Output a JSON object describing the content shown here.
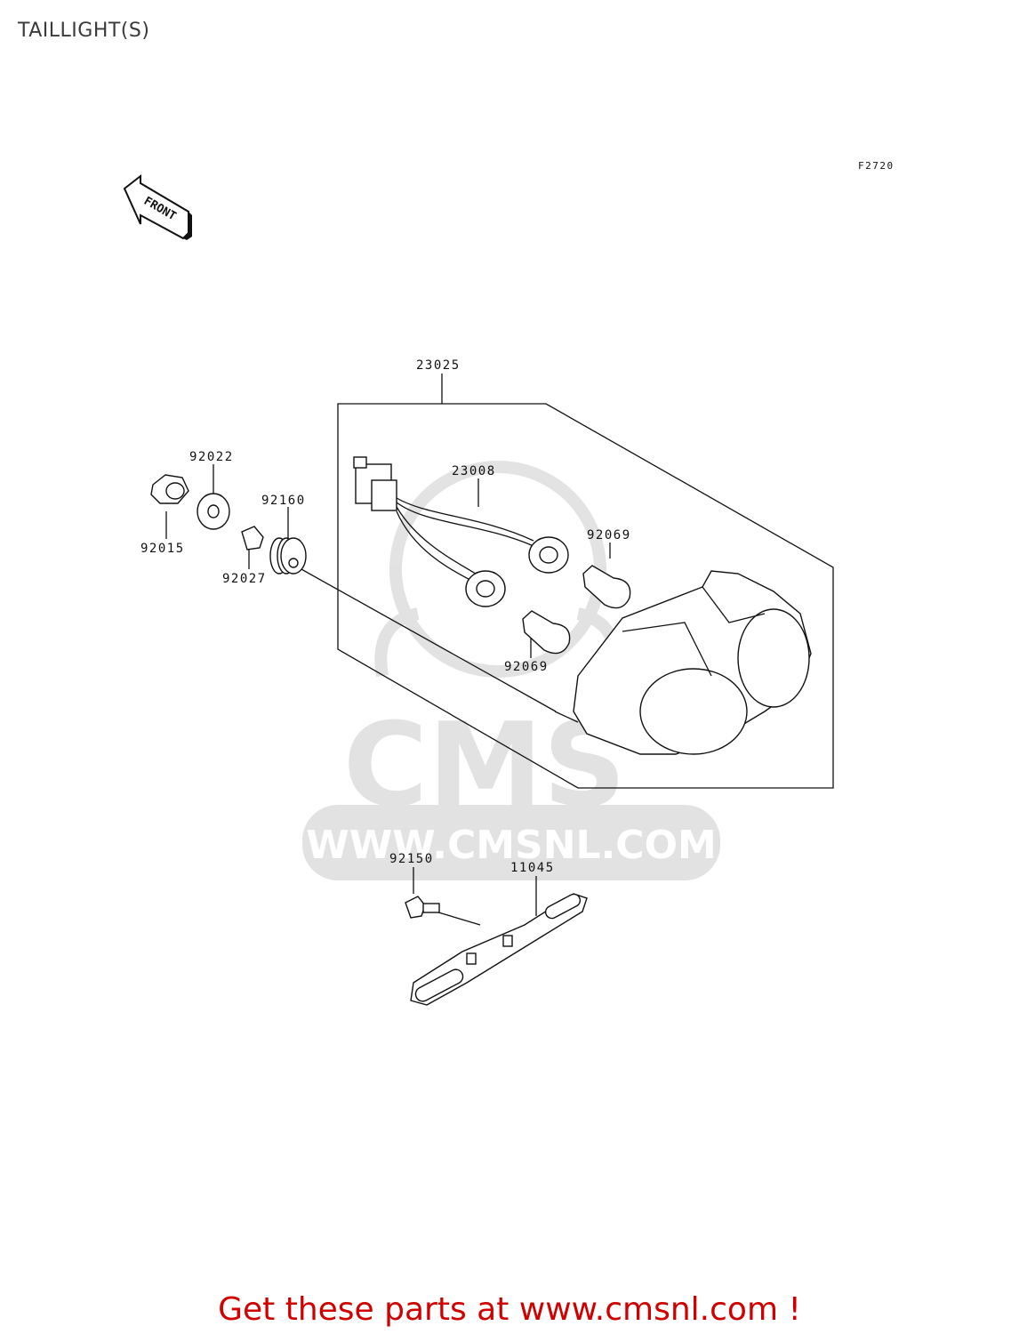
{
  "title": "TAILLIGHT(S)",
  "figure_code": "F2720",
  "front_label": "FRONT",
  "parts": {
    "taillight_assy": "23025",
    "wiring_harness": "23008",
    "bulb_upper": "92069",
    "bulb_lower": "92069",
    "nut": "92015",
    "washer": "92022",
    "collar": "92027",
    "grommet": "92160",
    "bolt": "92150",
    "bracket": "11045"
  },
  "watermark": {
    "logo": "CMS",
    "url": "WWW.CMSNL.COM"
  },
  "footer": {
    "text": "Get these parts at www.cmsnl.com !",
    "color": "#d00000"
  }
}
